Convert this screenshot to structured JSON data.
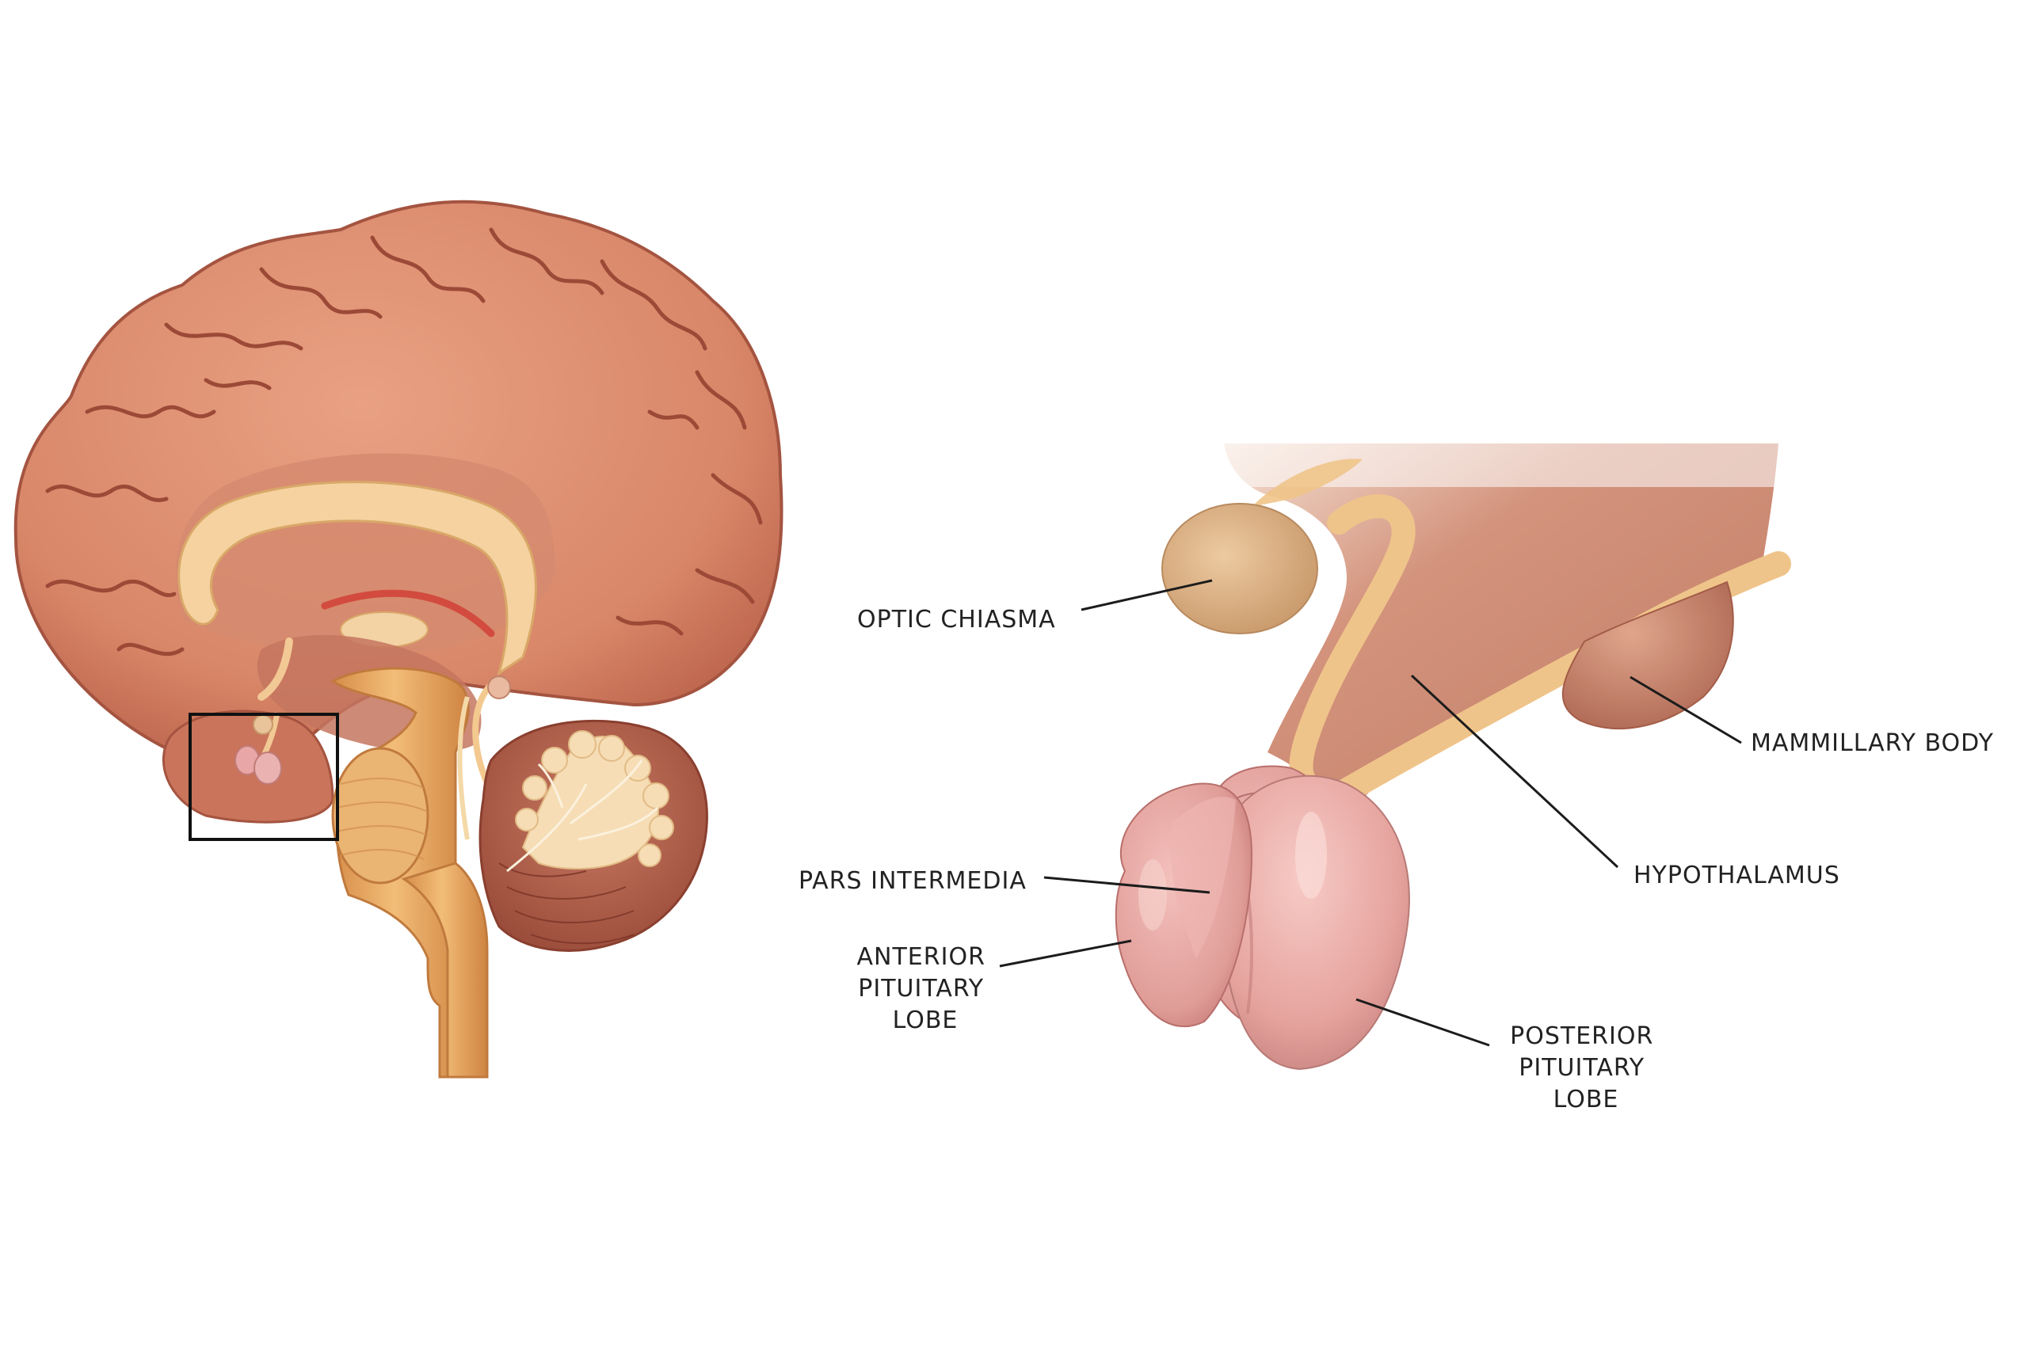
{
  "labels": {
    "optic_chiasma": "OPTIC CHIASMA",
    "mammillary_body": "MAMMILLARY BODY",
    "hypothalamus": "HYPOTHALAMUS",
    "pars_intermedia": "PARS INTERMEDIA",
    "anterior_lobe": [
      "ANTERIOR",
      "PITUITARY",
      "LOBE"
    ],
    "posterior_lobe": [
      "POSTERIOR",
      "PITUITARY",
      "LOBE"
    ]
  },
  "colors": {
    "cortex": "#d98769",
    "cortex_dark": "#b8614a",
    "sulcus": "#9c4a37",
    "white_matter": "#f2c894",
    "brainstem": "#e3a25c",
    "cerebellum": "#b35f4a",
    "arbor_vitae": "#f6ddb5",
    "hypothalamus": "#c98a72",
    "chiasma": "#d9ae82",
    "stalk": "#efc48a",
    "pituitary": "#e8a4a0",
    "pituitary_dark": "#c97a78"
  }
}
